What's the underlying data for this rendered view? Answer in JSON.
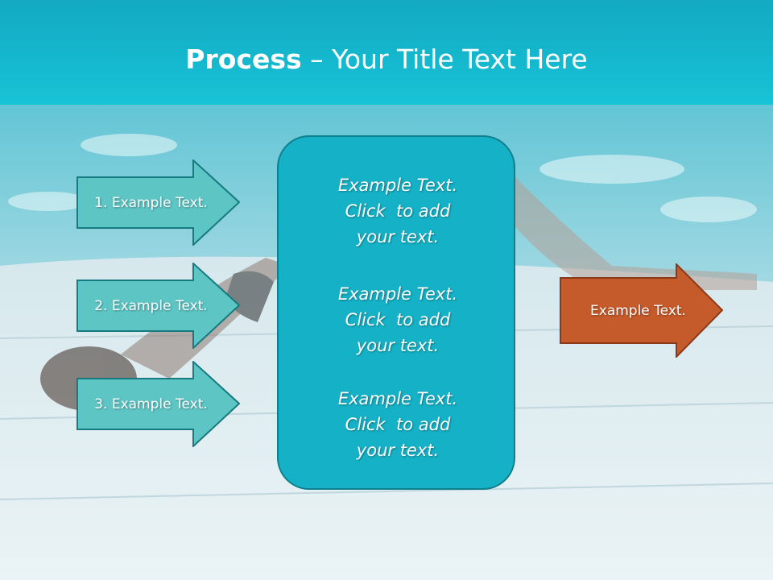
{
  "title": {
    "bold": "Process",
    "rest": " – Your Title Text Here"
  },
  "left_arrows": [
    {
      "label": "1. Example Text."
    },
    {
      "label": "2. Example Text."
    },
    {
      "label": "3. Example Text."
    }
  ],
  "center_box": {
    "blocks": [
      {
        "lines": [
          "Example Text.",
          "Click  to add",
          "your text."
        ]
      },
      {
        "lines": [
          "Example Text.",
          "Click  to add",
          "your text."
        ]
      },
      {
        "lines": [
          "Example Text.",
          "Click  to add",
          "your text."
        ]
      }
    ]
  },
  "right_arrow": {
    "label": "Example Text."
  },
  "colors": {
    "header": "#14b6cc",
    "left_arrow_fill": "#5ec5c5",
    "left_arrow_stroke": "#167a80",
    "center_fill": "#15b1c6",
    "right_arrow_fill": "#c55a2a",
    "right_arrow_stroke": "#8a3a18"
  }
}
